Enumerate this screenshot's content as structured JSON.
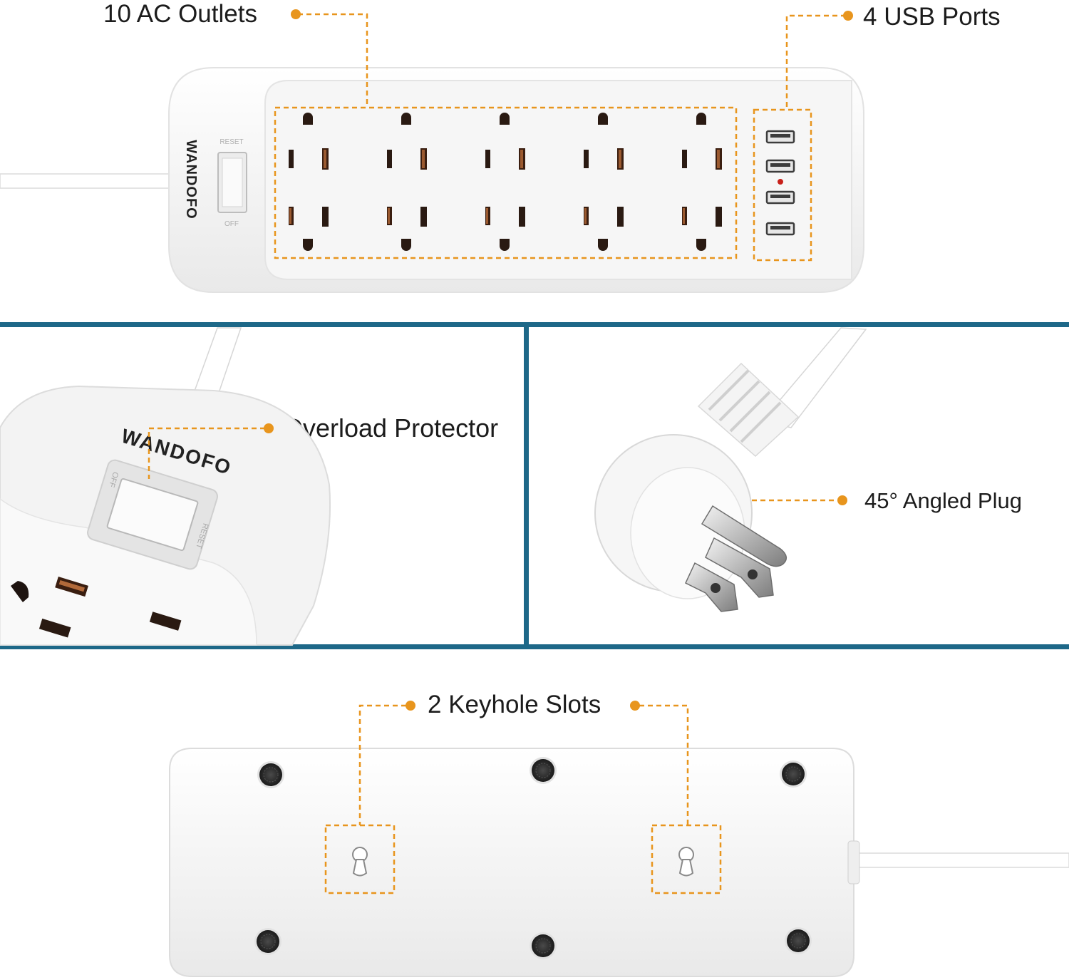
{
  "colors": {
    "callout": "#e8951d",
    "divider": "#1d6888",
    "product_white": "#f4f4f4",
    "outlet_contact": "#7a3a1c"
  },
  "callouts": {
    "ac_outlets": "10 AC Outlets",
    "usb_ports": "4 USB Ports",
    "overload_protector": "Overload Protector",
    "angled_plug": "45° Angled Plug",
    "keyhole_slots": "2 Keyhole Slots"
  },
  "brand": {
    "logo_text": "WANDOFO",
    "switch_top_label": "RESET",
    "switch_bottom_label": "OFF"
  },
  "counts": {
    "ac_outlets": 10,
    "usb_ports": 4,
    "keyhole_slots": 2
  }
}
